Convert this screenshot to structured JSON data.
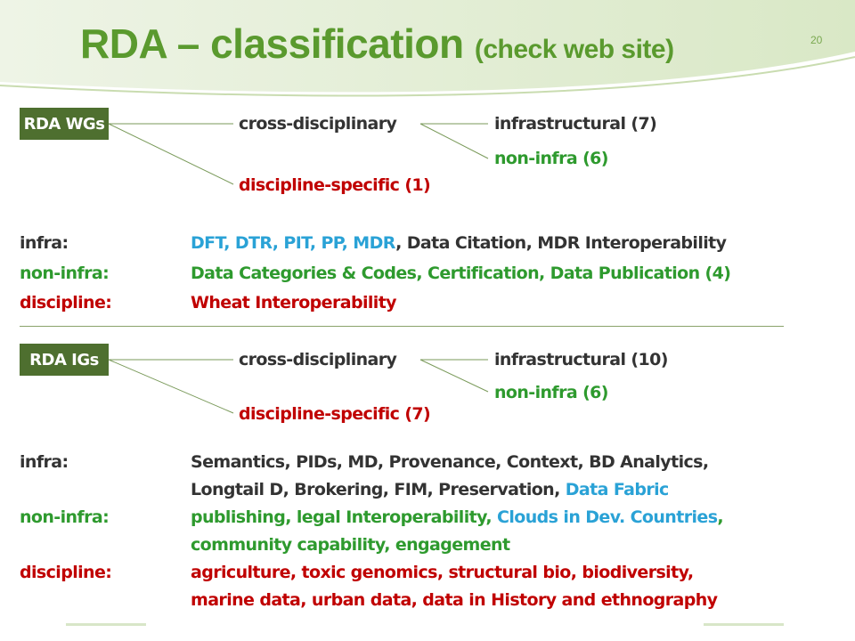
{
  "slide": {
    "title": "RDA – classification",
    "title_sub": "(check web site)",
    "page_number": "20"
  },
  "colors": {
    "title_green": "#5a9a2e",
    "box_green": "#4e6f2f",
    "red": "#c00000",
    "green": "#2e9a2e",
    "blue": "#2aa2d6",
    "dark": "#333333"
  },
  "wg": {
    "box_label": "RDA WGs",
    "cross": "cross-disciplinary",
    "infrastructural": "infrastructural (7)",
    "noninfra": "non-infra (6)",
    "specific": "discipline-specific (1)",
    "infra_label": "infra:",
    "infra_blue": "DFT, DTR, PIT, PP, MDR",
    "infra_rest": ", Data Citation, MDR Interoperability",
    "noninfra_label": "non-infra:",
    "noninfra_value": "Data Categories & Codes, Certification, Data Publication (4)",
    "discipline_label": "discipline:",
    "discipline_value": "Wheat Interoperability"
  },
  "ig": {
    "box_label": "RDA IGs",
    "cross": "cross-disciplinary",
    "infrastructural": "infrastructural (10)",
    "noninfra": "non-infra (6)",
    "specific": "discipline-specific (7)",
    "infra_label": "infra:",
    "infra_line1": "Semantics, PIDs, MD, Provenance, Context, BD Analytics,",
    "infra_line2": "Longtail D, Brokering, FIM, Preservation, ",
    "infra_line2_blue": "Data Fabric",
    "noninfra_label": "non-infra:",
    "noninfra_line1": "publishing, legal Interoperability, ",
    "noninfra_line1_blue": "Clouds in Dev. Countries",
    "noninfra_line1_end": ",",
    "noninfra_line2": "community capability, engagement",
    "discipline_label": "discipline:",
    "discipline_line1": "agriculture, toxic genomics, structural bio, biodiversity,",
    "discipline_line2": "marine data, urban data, data in History and ethnography"
  }
}
